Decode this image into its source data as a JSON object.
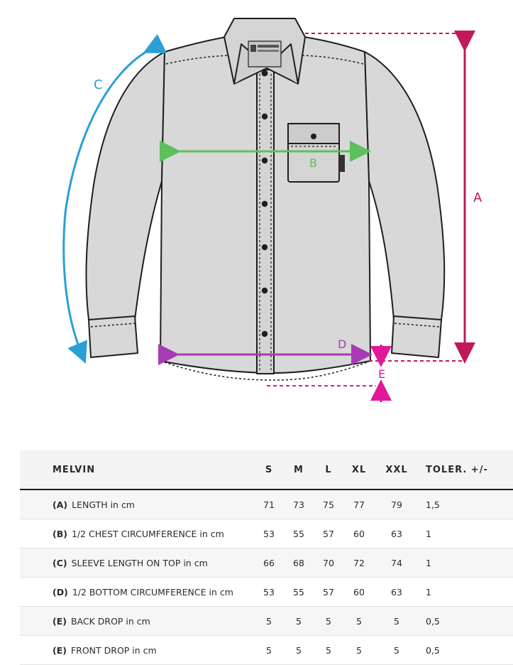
{
  "diagram": {
    "labels": {
      "a": "A",
      "b": "B",
      "c": "C",
      "d": "D",
      "e": "E"
    },
    "colors": {
      "a": "#c2185b",
      "b": "#5cc05c",
      "c": "#2a9fd6",
      "d": "#a93ab5",
      "e": "#e0189a",
      "shirt_fill": "#d8d8d8",
      "shirt_stroke": "#1e1e1e"
    }
  },
  "table": {
    "header": {
      "name": "MELVIN",
      "sizes": [
        "S",
        "M",
        "L",
        "XL",
        "XXL"
      ],
      "tolerance": "TOLER. +/-"
    },
    "rows": [
      {
        "code": "(A)",
        "label": "LENGTH in cm",
        "values": [
          "71",
          "73",
          "75",
          "77",
          "79"
        ],
        "tolerance": "1,5"
      },
      {
        "code": "(B)",
        "label": "1/2 CHEST CIRCUMFERENCE in cm",
        "values": [
          "53",
          "55",
          "57",
          "60",
          "63"
        ],
        "tolerance": "1"
      },
      {
        "code": "(C)",
        "label": "SLEEVE LENGTH ON TOP in cm",
        "values": [
          "66",
          "68",
          "70",
          "72",
          "74"
        ],
        "tolerance": "1"
      },
      {
        "code": "(D)",
        "label": "1/2 BOTTOM CIRCUMFERENCE in cm",
        "values": [
          "53",
          "55",
          "57",
          "60",
          "63"
        ],
        "tolerance": "1"
      },
      {
        "code": "(E)",
        "label": "BACK DROP in cm",
        "values": [
          "5",
          "5",
          "5",
          "5",
          "5"
        ],
        "tolerance": "0,5"
      },
      {
        "code": "(E)",
        "label": "FRONT DROP in cm",
        "values": [
          "5",
          "5",
          "5",
          "5",
          "5"
        ],
        "tolerance": "0,5"
      }
    ]
  }
}
